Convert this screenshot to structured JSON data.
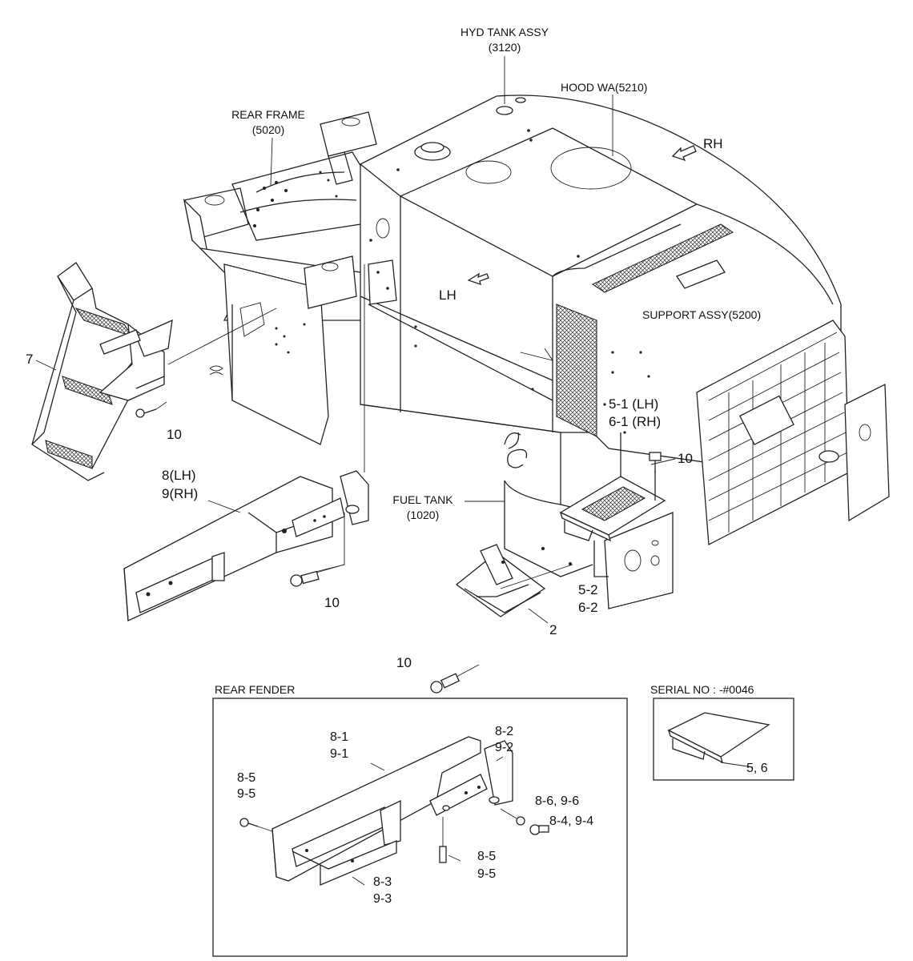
{
  "labels": {
    "hyd_tank_title": "HYD TANK ASSY",
    "hyd_tank_code": "(3120)",
    "hood": "HOOD WA(5210)",
    "rear_frame_title": "REAR FRAME",
    "rear_frame_code": "(5020)",
    "rh": "RH",
    "lh": "LH",
    "support": "SUPPORT ASSY(5200)",
    "fuel_tank_title": "FUEL TANK",
    "fuel_tank_code": "(1020)",
    "step_5_1": "5-1 (LH)",
    "step_6_1": "6-1 (RH)",
    "step_5_2": "5-2",
    "step_6_2": "6-2",
    "part_7": "7",
    "part_10_a": "10",
    "part_10_b": "10",
    "part_10_c": "10",
    "part_10_d": "10",
    "part_8": "8(LH)",
    "part_9": "9(RH)",
    "part_2": "2",
    "rear_fender_title": "REAR FENDER",
    "serial_no": "SERIAL NO : -#0046",
    "serial_parts": "5, 6",
    "rf_8_1": "8-1",
    "rf_9_1": "9-1",
    "rf_8_2": "8-2",
    "rf_9_2": "9-2",
    "rf_8_5a": "8-5",
    "rf_9_5a": "9-5",
    "rf_8_6": "8-6, 9-6",
    "rf_8_4": "8-4, 9-4",
    "rf_8_5b": "8-5",
    "rf_9_5b": "9-5",
    "rf_8_3": "8-3",
    "rf_9_3": "9-3"
  },
  "icons": {
    "rh_arrow": "arrow-rh-icon",
    "lh_arrow": "arrow-lh-icon"
  },
  "colors": {
    "line": "#222222",
    "background": "#ffffff"
  }
}
